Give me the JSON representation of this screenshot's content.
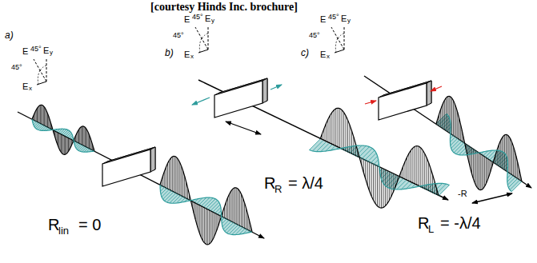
{
  "diagram": {
    "title": "[courtesy Hinds Inc. brochure]",
    "labels": [
      "a)",
      "E",
      "45°",
      "E",
      "y",
      "45°",
      "E",
      "x",
      "b)",
      "E",
      "45°",
      "E",
      "y",
      "45°",
      "E",
      "x",
      "c)",
      "E",
      "45°",
      "E",
      "y",
      "45°",
      "E",
      "x",
      "R",
      "lin",
      "= 0",
      "R",
      "R",
      "= λ/4",
      "R",
      "L",
      "= -λ/4",
      "-R"
    ]
  }
}
